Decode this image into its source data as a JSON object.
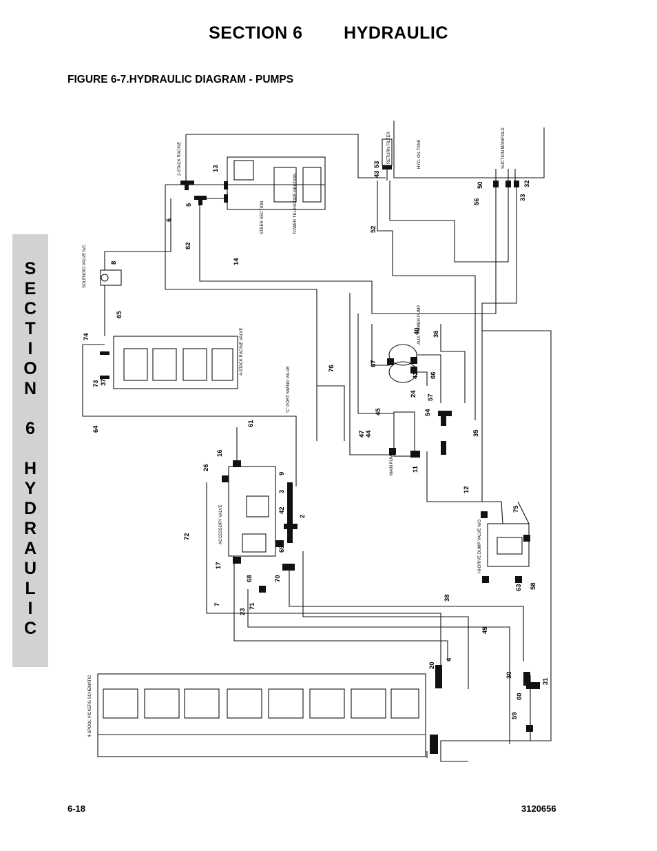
{
  "header": {
    "section_label": "SECTION 6",
    "section_name": "HYDRAULIC",
    "figure_title": "FIGURE 6-7.HYDRAULIC DIAGRAM - PUMPS"
  },
  "side_tab": {
    "word1": "SECTION",
    "number": "6",
    "word2": "HYDRAULIC"
  },
  "diagram": {
    "component_labels": {
      "hyd_oil_tank": "HYD. OIL TANK",
      "return_filter": "RETURN FILTER",
      "suction_manifold": "SUCTION MANIFOLD",
      "stack_2_racine": "2-STACK RACINE",
      "steer_section": "STEER SECTION",
      "tower_telescope_section": "TOWER TELESCOPE SECTION",
      "solenoid_valve": "SOLENOID VALVE N/C",
      "stack_4_racine": "4-STACK RACINE VALVE",
      "c_port_swing_valve": "\"C\" PORT SWING VALVE",
      "accessory_valve": "ACCESSORY VALVE",
      "aux_power_pump": "AUX. POWER PUMP",
      "main_pump": "MAIN PUMP",
      "hi_drive_dump_valve": "HI-DRIVE DUMP VALVE N/O",
      "spool_4_vickers": "4-SPOOL VICKERS SCHEMATIC"
    },
    "line_numbers": [
      "2",
      "3",
      "4",
      "5",
      "6",
      "7",
      "8",
      "9",
      "11",
      "12",
      "13",
      "14",
      "16",
      "17",
      "20",
      "23",
      "24",
      "26",
      "30",
      "31",
      "32",
      "33",
      "35",
      "36",
      "37",
      "38",
      "40",
      "41",
      "42",
      "43",
      "44",
      "45",
      "47",
      "49",
      "50",
      "52",
      "53",
      "54",
      "56",
      "57",
      "58",
      "59",
      "60",
      "61",
      "62",
      "63",
      "64",
      "65",
      "66",
      "67",
      "68",
      "69",
      "70",
      "71",
      "72",
      "73",
      "74",
      "75",
      "76"
    ]
  },
  "footer": {
    "page_number": "6-18",
    "document_number": "3120656"
  }
}
